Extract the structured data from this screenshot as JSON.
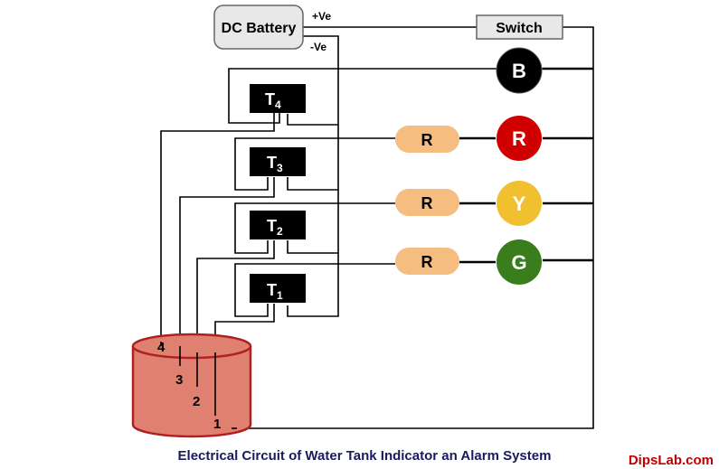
{
  "battery": {
    "label": "DC Battery",
    "positive": "+Ve",
    "negative": "-Ve"
  },
  "switch": {
    "label": "Switch"
  },
  "transistors": [
    {
      "id": "T4",
      "base": "T",
      "sub": "4"
    },
    {
      "id": "T3",
      "base": "T",
      "sub": "3"
    },
    {
      "id": "T2",
      "base": "T",
      "sub": "2"
    },
    {
      "id": "T1",
      "base": "T",
      "sub": "1"
    }
  ],
  "resistors": [
    {
      "label": "R"
    },
    {
      "label": "R"
    },
    {
      "label": "R"
    }
  ],
  "indicators": [
    {
      "label": "B",
      "color": "#000000",
      "text_color": "#ffffff"
    },
    {
      "label": "R",
      "color": "#d00000",
      "text_color": "#ffffff"
    },
    {
      "label": "Y",
      "color": "#f0c030",
      "text_color": "#ffffff"
    },
    {
      "label": "G",
      "color": "#3a7d1c",
      "text_color": "#ffffff"
    }
  ],
  "tank": {
    "fill_color": "#e08070",
    "stroke_color": "#b02020",
    "levels": [
      "4",
      "3",
      "2",
      "1"
    ]
  },
  "resistor_color": "#f5bd7f",
  "caption": "Electrical Circuit of Water Tank Indicator an Alarm System",
  "watermark": "DipsLab.com",
  "watermark_color": "#c00000",
  "caption_color": "#1a1a5e"
}
